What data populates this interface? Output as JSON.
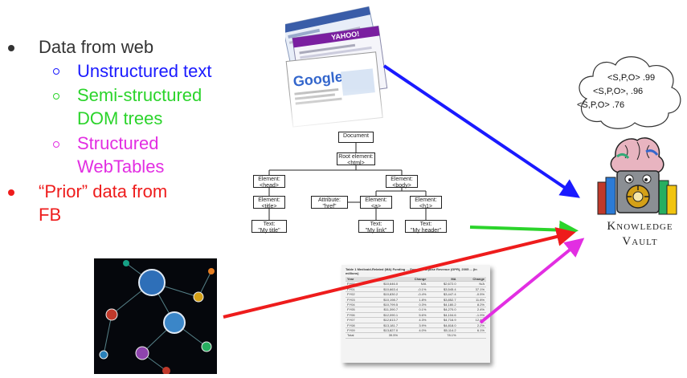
{
  "bullets": {
    "main1": "Data from web",
    "sub1": "Unstructured text",
    "sub2_line1": "Semi-structured",
    "sub2_line2": "DOM trees",
    "sub3_line1": "Structured",
    "sub3_line2": "WebTables",
    "main2_line1": "“Prior” data from",
    "main2_line2": "FB"
  },
  "colors": {
    "text_black": "#333333",
    "blue": "#1a1aff",
    "green": "#2bd42b",
    "magenta": "#e22ee2",
    "red": "#ee1c1c"
  },
  "cloud": {
    "line1": "<S,P,O> .99",
    "line2": "<S,P,O>, .96",
    "line3": "<S,P,O> .76"
  },
  "knowledge_vault": {
    "line1": "Knowledge",
    "line2": "Vault"
  },
  "dom_tree": {
    "document": "Document",
    "root_1": "Root element:",
    "root_2": "<html>",
    "head_1": "Element:",
    "head_2": "<head>",
    "body_1": "Element:",
    "body_2": "<body>",
    "title_1": "Element:",
    "title_2": "<title>",
    "attr_1": "Attribute:",
    "attr_2": "\"href\"",
    "a_1": "Element:",
    "a_2": "<a>",
    "h1_1": "Element:",
    "h1_2": "<h1>",
    "text1_1": "Text:",
    "text1_2": "\"My title\"",
    "text2_1": "Text:",
    "text2_2": "\"My link\"",
    "text3_1": "Text:",
    "text3_2": "\"My header\""
  },
  "web_images": {
    "google": "Google",
    "yahoo": "YAHOO!"
  },
  "webtable": {
    "caption": "Table 1   Medicaid-Related (MA) Funding ... General Purpose Revenue (GPR), 2005 ... (in millions)",
    "headers": [
      "Year",
      "",
      "Change",
      "MA",
      "Change"
    ],
    "rows": [
      [
        "FY00",
        "$10,646.0",
        "N/A",
        "$2,672.0",
        "N/A"
      ],
      [
        "FY01",
        "$10,663.4",
        "-0.1%",
        "$3,545.4",
        "37.1%"
      ],
      [
        "FY02",
        "$10,830.2",
        "-0.4%",
        "$3,447.4",
        "-0.5%"
      ],
      [
        "FY03",
        "$10,198.7",
        "1.8%",
        "$3,852.7",
        "11.8%"
      ],
      [
        "FY04",
        "$10,799.5",
        "0.3%",
        "$4,180.2",
        "8.2%"
      ],
      [
        "FY05",
        "$11,390.7",
        "0.1%",
        "$4,270.0",
        "2.4%"
      ],
      [
        "FY06",
        "$12,090.1",
        "5.6%",
        "$4,104.6",
        "-1.9%"
      ],
      [
        "FY07",
        "$12,613.7",
        "4.3%",
        "$4,716.9",
        "12.4%"
      ],
      [
        "FY08",
        "$13,181.7",
        "3.9%",
        "$4,818.0",
        "2.2%"
      ],
      [
        "FY09",
        "$13,827.0",
        "4.0%",
        "$5,114.2",
        "6.1%"
      ],
      [
        "Total",
        "39.5%",
        "",
        "78.1%",
        ""
      ]
    ]
  }
}
